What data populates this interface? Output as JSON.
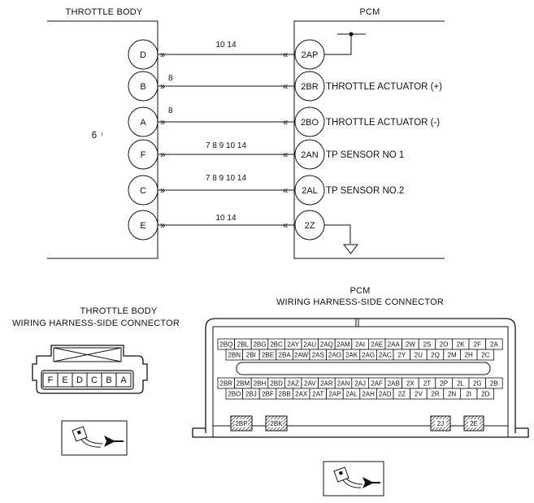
{
  "header_left": "THROTTLE BODY",
  "header_right": "PCM",
  "throttle_body_note": "6",
  "wires": [
    {
      "tb": "D",
      "pcm": "2AP",
      "label": "",
      "notes": "10 14"
    },
    {
      "tb": "B",
      "pcm": "2BR",
      "label": "THROTTLE ACTUATOR (+)",
      "notes": "8"
    },
    {
      "tb": "A",
      "pcm": "2BO",
      "label": "THROTTLE ACTUATOR (-)",
      "notes": "8"
    },
    {
      "tb": "F",
      "pcm": "2AN",
      "label": "TP SENSOR NO 1",
      "notes": "7 8 9 10 14"
    },
    {
      "tb": "C",
      "pcm": "2AL",
      "label": "TP SENSOR NO.2",
      "notes": "7 8 9 10 14"
    },
    {
      "tb": "E",
      "pcm": "2Z",
      "label": "",
      "notes": "10 14"
    }
  ],
  "tb_connector": {
    "title_line1": "THROTTLE BODY",
    "title_line2": "WIRING HARNESS-SIDE CONNECTOR",
    "pins": [
      "F",
      "E",
      "D",
      "C",
      "B",
      "A"
    ]
  },
  "pcm_connector": {
    "title_line1": "PCM",
    "title_line2": "WIRING HARNESS-SIDE CONNECTOR",
    "row1": [
      "2BQ",
      "2BL",
      "2BG",
      "2BC",
      "2AY",
      "2AU",
      "2AQ",
      "2AM",
      "2AI",
      "2AE",
      "2AA",
      "2W",
      "2S",
      "2O",
      "2K",
      "2F",
      "2A"
    ],
    "row2": [
      "2BN",
      "2BI",
      "2BE",
      "2BA",
      "2AW",
      "2AS",
      "2AO",
      "2AK",
      "2AG",
      "2AC",
      "2Y",
      "2U",
      "2Q",
      "2M",
      "2H",
      "2C"
    ],
    "row3": [
      "2BR",
      "2BM",
      "2BH",
      "2BD",
      "2AZ",
      "2AV",
      "2AR",
      "2AN",
      "2AJ",
      "2AF",
      "2AB",
      "2X",
      "2T",
      "2P",
      "2L",
      "2G",
      "2B"
    ],
    "row4": [
      "2BO",
      "2BJ",
      "2BF",
      "2BB",
      "2AX",
      "2AT",
      "2AP",
      "2AL",
      "2AH",
      "2AD",
      "2Z",
      "2V",
      "2R",
      "2N",
      "2I",
      "2D"
    ],
    "bottom_pins": [
      "2BP",
      "2BK",
      "2J",
      "2E"
    ]
  }
}
